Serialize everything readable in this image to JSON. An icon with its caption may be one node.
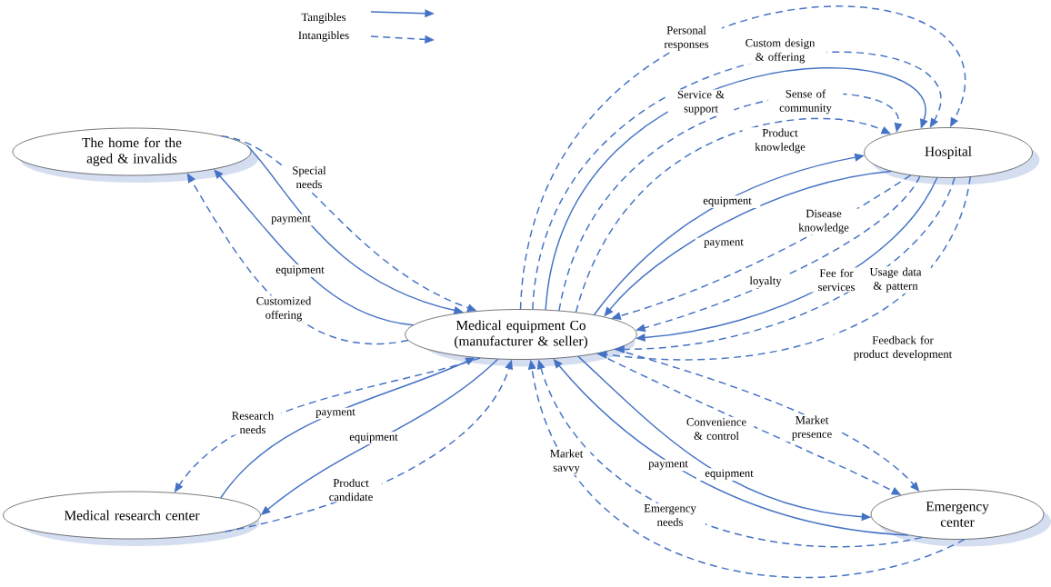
{
  "diagram": {
    "nodes": [
      {
        "text": [
          "The home for the aged & invalids"
        ]
      },
      {
        "text": [
          "Hospital"
        ]
      },
      {
        "text": [
          "Medical equipment Co (manufacturer & seller)"
        ]
      },
      {
        "text": [
          "Medical research center"
        ]
      },
      {
        "text": [
          "Emergency center"
        ]
      }
    ],
    "edges": [
      {
        "from": 0,
        "to": 2,
        "arrow": "to",
        "style": "dashed",
        "label": "Special needs"
      },
      {
        "from": 0,
        "to": 2,
        "arrow": "to",
        "label": "payment"
      },
      {
        "from": 2,
        "to": 0,
        "arrow": "to",
        "label": "equipment"
      },
      {
        "from": 2,
        "to": 0,
        "arrow": "to",
        "style": "dashed",
        "label": "Customized offering"
      },
      {
        "from": 2,
        "to": 1,
        "arrow": "to",
        "style": "dashed",
        "label": "Personal responses"
      },
      {
        "from": 2,
        "to": 1,
        "arrow": "to",
        "style": "dashed",
        "label": "Custom design & offering"
      },
      {
        "from": 2,
        "to": 1,
        "arrow": "to",
        "label": "Service & support"
      },
      {
        "from": 2,
        "to": 1,
        "arrow": "to",
        "style": "dashed",
        "label": "Sense of community"
      },
      {
        "from": 2,
        "to": 1,
        "arrow": "to",
        "style": "dashed",
        "label": "Product knowledge"
      },
      {
        "from": 2,
        "to": 1,
        "arrow": "to",
        "label": "equipment"
      },
      {
        "from": 1,
        "to": 2,
        "arrow": "to",
        "label": "payment"
      },
      {
        "from": 1,
        "to": 2,
        "arrow": "to",
        "style": "dashed",
        "label": "Disease knowledge"
      },
      {
        "from": 1,
        "to": 2,
        "arrow": "to",
        "style": "dashed",
        "label": "loyalty"
      },
      {
        "from": 1,
        "to": 2,
        "arrow": "to",
        "label": "Fee for services"
      },
      {
        "from": 1,
        "to": 2,
        "arrow": "to",
        "style": "dashed",
        "label": "Usage data & pattern"
      },
      {
        "from": 1,
        "to": 2,
        "arrow": "to",
        "style": "dashed",
        "label": "Feedback for product development"
      },
      {
        "from": 2,
        "to": 3,
        "arrow": "to",
        "style": "dashed",
        "label": "Research needs"
      },
      {
        "from": 3,
        "to": 2,
        "arrow": "to",
        "label": "payment"
      },
      {
        "from": 2,
        "to": 3,
        "arrow": "to",
        "label": "equipment"
      },
      {
        "from": 3,
        "to": 2,
        "arrow": "to",
        "style": "dashed",
        "label": "Product candidate"
      },
      {
        "from": 4,
        "to": 2,
        "arrow": "to",
        "style": "dashed",
        "label": "Market savvy"
      },
      {
        "from": 4,
        "to": 2,
        "arrow": "to",
        "style": "dashed",
        "label": "Emergency needs"
      },
      {
        "from": 4,
        "to": 2,
        "arrow": "to",
        "label": "payment"
      },
      {
        "from": 2,
        "to": 4,
        "arrow": "to",
        "label": "equipment"
      },
      {
        "from": 2,
        "to": 4,
        "arrow": "to",
        "style": "dashed",
        "label": "Convenience & control"
      },
      {
        "from": 2,
        "to": 4,
        "arrow": "to",
        "style": "dashed",
        "label": "Market presence"
      }
    ],
    "legend": [
      {
        "text": "Tangibles"
      },
      {
        "text": "Intangibles"
      }
    ]
  }
}
